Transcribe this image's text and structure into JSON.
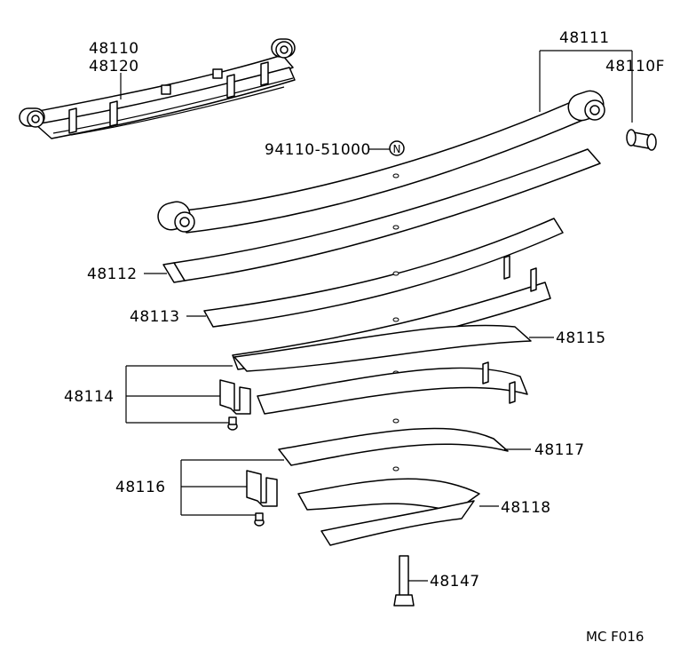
{
  "diagram": {
    "labels": {
      "p48110": "48110",
      "p48120": "48120",
      "p48111": "48111",
      "p48110f": "48110F",
      "p94110": "94110-51000",
      "p94110_symbol": "N",
      "p48112": "48112",
      "p48113": "48113",
      "p48115": "48115",
      "p48114": "48114",
      "p48116": "48116",
      "p48117": "48117",
      "p48118": "48118",
      "p48147": "48147"
    },
    "code": "MC F016",
    "colors": {
      "line": "#000000",
      "background": "#ffffff"
    }
  }
}
